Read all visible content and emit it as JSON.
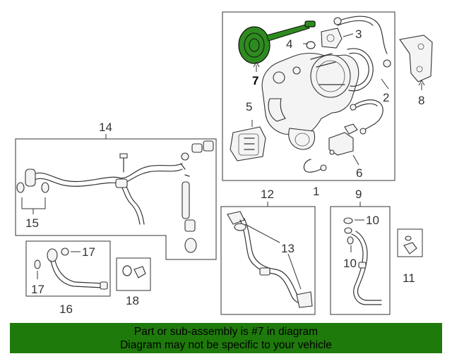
{
  "diagram": {
    "callouts": {
      "c1": "1",
      "c2": "2",
      "c3": "3",
      "c4": "4",
      "c5": "5",
      "c6": "6",
      "c7": "7",
      "c8": "8",
      "c9": "9",
      "c10a": "10",
      "c10b": "10",
      "c11": "11",
      "c12": "12",
      "c13": "13",
      "c14": "14",
      "c15": "15",
      "c16": "16",
      "c17a": "17",
      "c17b": "17",
      "c18": "18"
    },
    "highlight_color": "#2e8b1f"
  },
  "banner": {
    "line1": "Part or sub-assembly is #7 in diagram",
    "line2": "Diagram may not be specific to your vehicle",
    "background": "#1f7a0c"
  }
}
